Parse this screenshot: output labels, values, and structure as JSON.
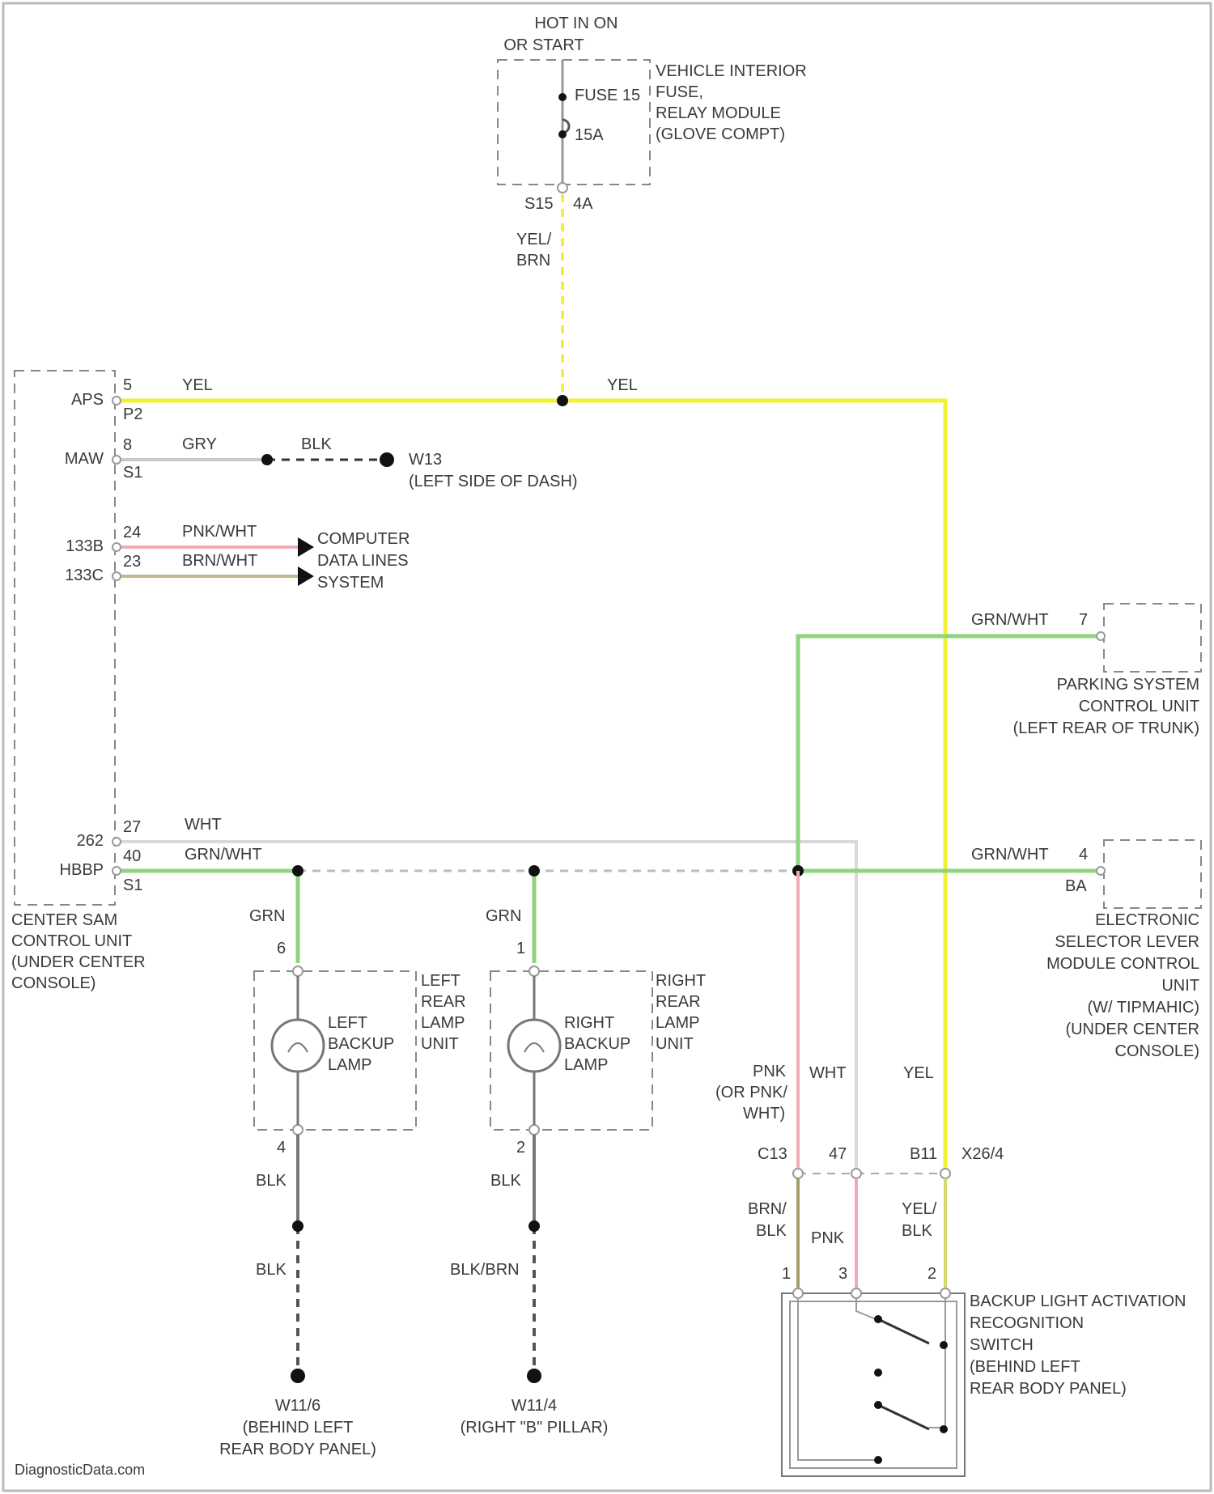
{
  "colors": {
    "background": "#ffffff",
    "yellow": "#f2f233",
    "green": "#8fd47e",
    "pink": "#f4a9b8",
    "tan": "#c4b98f",
    "white_wire": "#d8d8d8",
    "gray_wire": "#c9c9c9",
    "black_wire": "#333333",
    "brown_wire": "#a79d6a",
    "frame": "#bbbbbb",
    "text": "#3a3a3a"
  },
  "top": {
    "hot_label_1": "HOT IN ON",
    "hot_label_2": "OR START",
    "fuse_name": "FUSE 15",
    "fuse_rating": "15A",
    "module_1": "VEHICLE INTERIOR",
    "module_2": "FUSE,",
    "module_3": "RELAY MODULE",
    "module_4": "(GLOVE COMPT)",
    "pin_left": "S15",
    "pin_right": "4A",
    "wire_1": "YEL/",
    "wire_2": "BRN"
  },
  "sas": {
    "sig_aps": "APS",
    "sig_maw": "MAW",
    "sig_133b": "133B",
    "sig_133c": "133C",
    "sig_262": "262",
    "sig_hbbp": "HBBP",
    "pin_5": "5",
    "conn_p2": "P2",
    "pin_8": "8",
    "conn_s1a": "S1",
    "pin_24": "24",
    "pin_23": "23",
    "pin_27": "27",
    "pin_40": "40",
    "conn_s1b": "S1",
    "name_1": "CENTER SAM",
    "name_2": "CONTROL UNIT",
    "name_3": "(UNDER CENTER",
    "name_4": "CONSOLE)"
  },
  "wires": {
    "yel_left": "YEL",
    "yel_right": "YEL",
    "gry": "GRY",
    "blk_ground": "BLK",
    "pnk_wht": "PNK/WHT",
    "brn_wht": "BRN/WHT",
    "wht": "WHT",
    "grn_wht": "GRN/WHT",
    "grn_wht_parking": "GRN/WHT",
    "grn_wht_selector": "GRN/WHT",
    "grn_left": "GRN",
    "grn_right": "GRN",
    "blk_left_1": "BLK",
    "blk_left_2": "BLK",
    "blk_right_1": "BLK",
    "blk_brn_right": "BLK/BRN",
    "pnk_1": "PNK",
    "pnk_2": "(OR PNK/",
    "pnk_3": "WHT)",
    "wht_vertical": "WHT",
    "yel_vertical": "YEL",
    "brn_blk_1": "BRN/",
    "brn_blk_2": "BLK",
    "pnk_lower": "PNK",
    "yel_blk_1": "YEL/",
    "yel_blk_2": "BLK"
  },
  "ground_w3": {
    "id": "W13",
    "location": "(LEFT SIDE OF DASH)"
  },
  "data_lines": {
    "line_1": "COMPUTER",
    "line_2": "DATA LINES",
    "line_3": "SYSTEM"
  },
  "parking": {
    "pin": "7",
    "name_1": "PARKING SYSTEM",
    "name_2": "CONTROL UNIT",
    "name_3": "(LEFT REAR OF TRUNK)"
  },
  "selector": {
    "pin": "4",
    "conn": "BA",
    "name_1": "ELECTRONIC",
    "name_2": "SELECTOR LEVER",
    "name_3": "MODULE CONTROL",
    "name_4": "UNIT",
    "name_5": "(W/ TIPMAHIC)",
    "name_6": "(UNDER CENTER",
    "name_7": "CONSOLE)"
  },
  "left_lamp": {
    "pin_top": "6",
    "pin_bottom": "4",
    "lamp_1": "LEFT",
    "lamp_2": "BACKUP",
    "lamp_3": "LAMP",
    "unit_1": "LEFT",
    "unit_2": "REAR",
    "unit_3": "LAMP",
    "unit_4": "UNIT"
  },
  "right_lamp": {
    "pin_top": "1",
    "pin_bottom": "2",
    "lamp_1": "RIGHT",
    "lamp_2": "BACKUP",
    "lamp_3": "LAMP",
    "unit_1": "RIGHT",
    "unit_2": "REAR",
    "unit_3": "LAMP",
    "unit_4": "UNIT"
  },
  "ground_left": {
    "id": "W11/6",
    "loc_1": "(BEHIND LEFT",
    "loc_2": "REAR BODY PANEL)"
  },
  "ground_right": {
    "id": "W11/4",
    "location": "(RIGHT \"B\" PILLAR)"
  },
  "connector": {
    "c13": "C13",
    "p47": "47",
    "b11": "B11",
    "x26": "X26/4"
  },
  "switch": {
    "pin_1": "1",
    "pin_3": "3",
    "pin_2": "2",
    "name_1": "BACKUP LIGHT ACTIVATION",
    "name_2": "RECOGNITION",
    "name_3": "SWITCH",
    "name_4": "(BEHIND LEFT",
    "name_5": "REAR BODY PANEL)"
  },
  "footer": {
    "watermark": "DiagnosticData.com"
  }
}
